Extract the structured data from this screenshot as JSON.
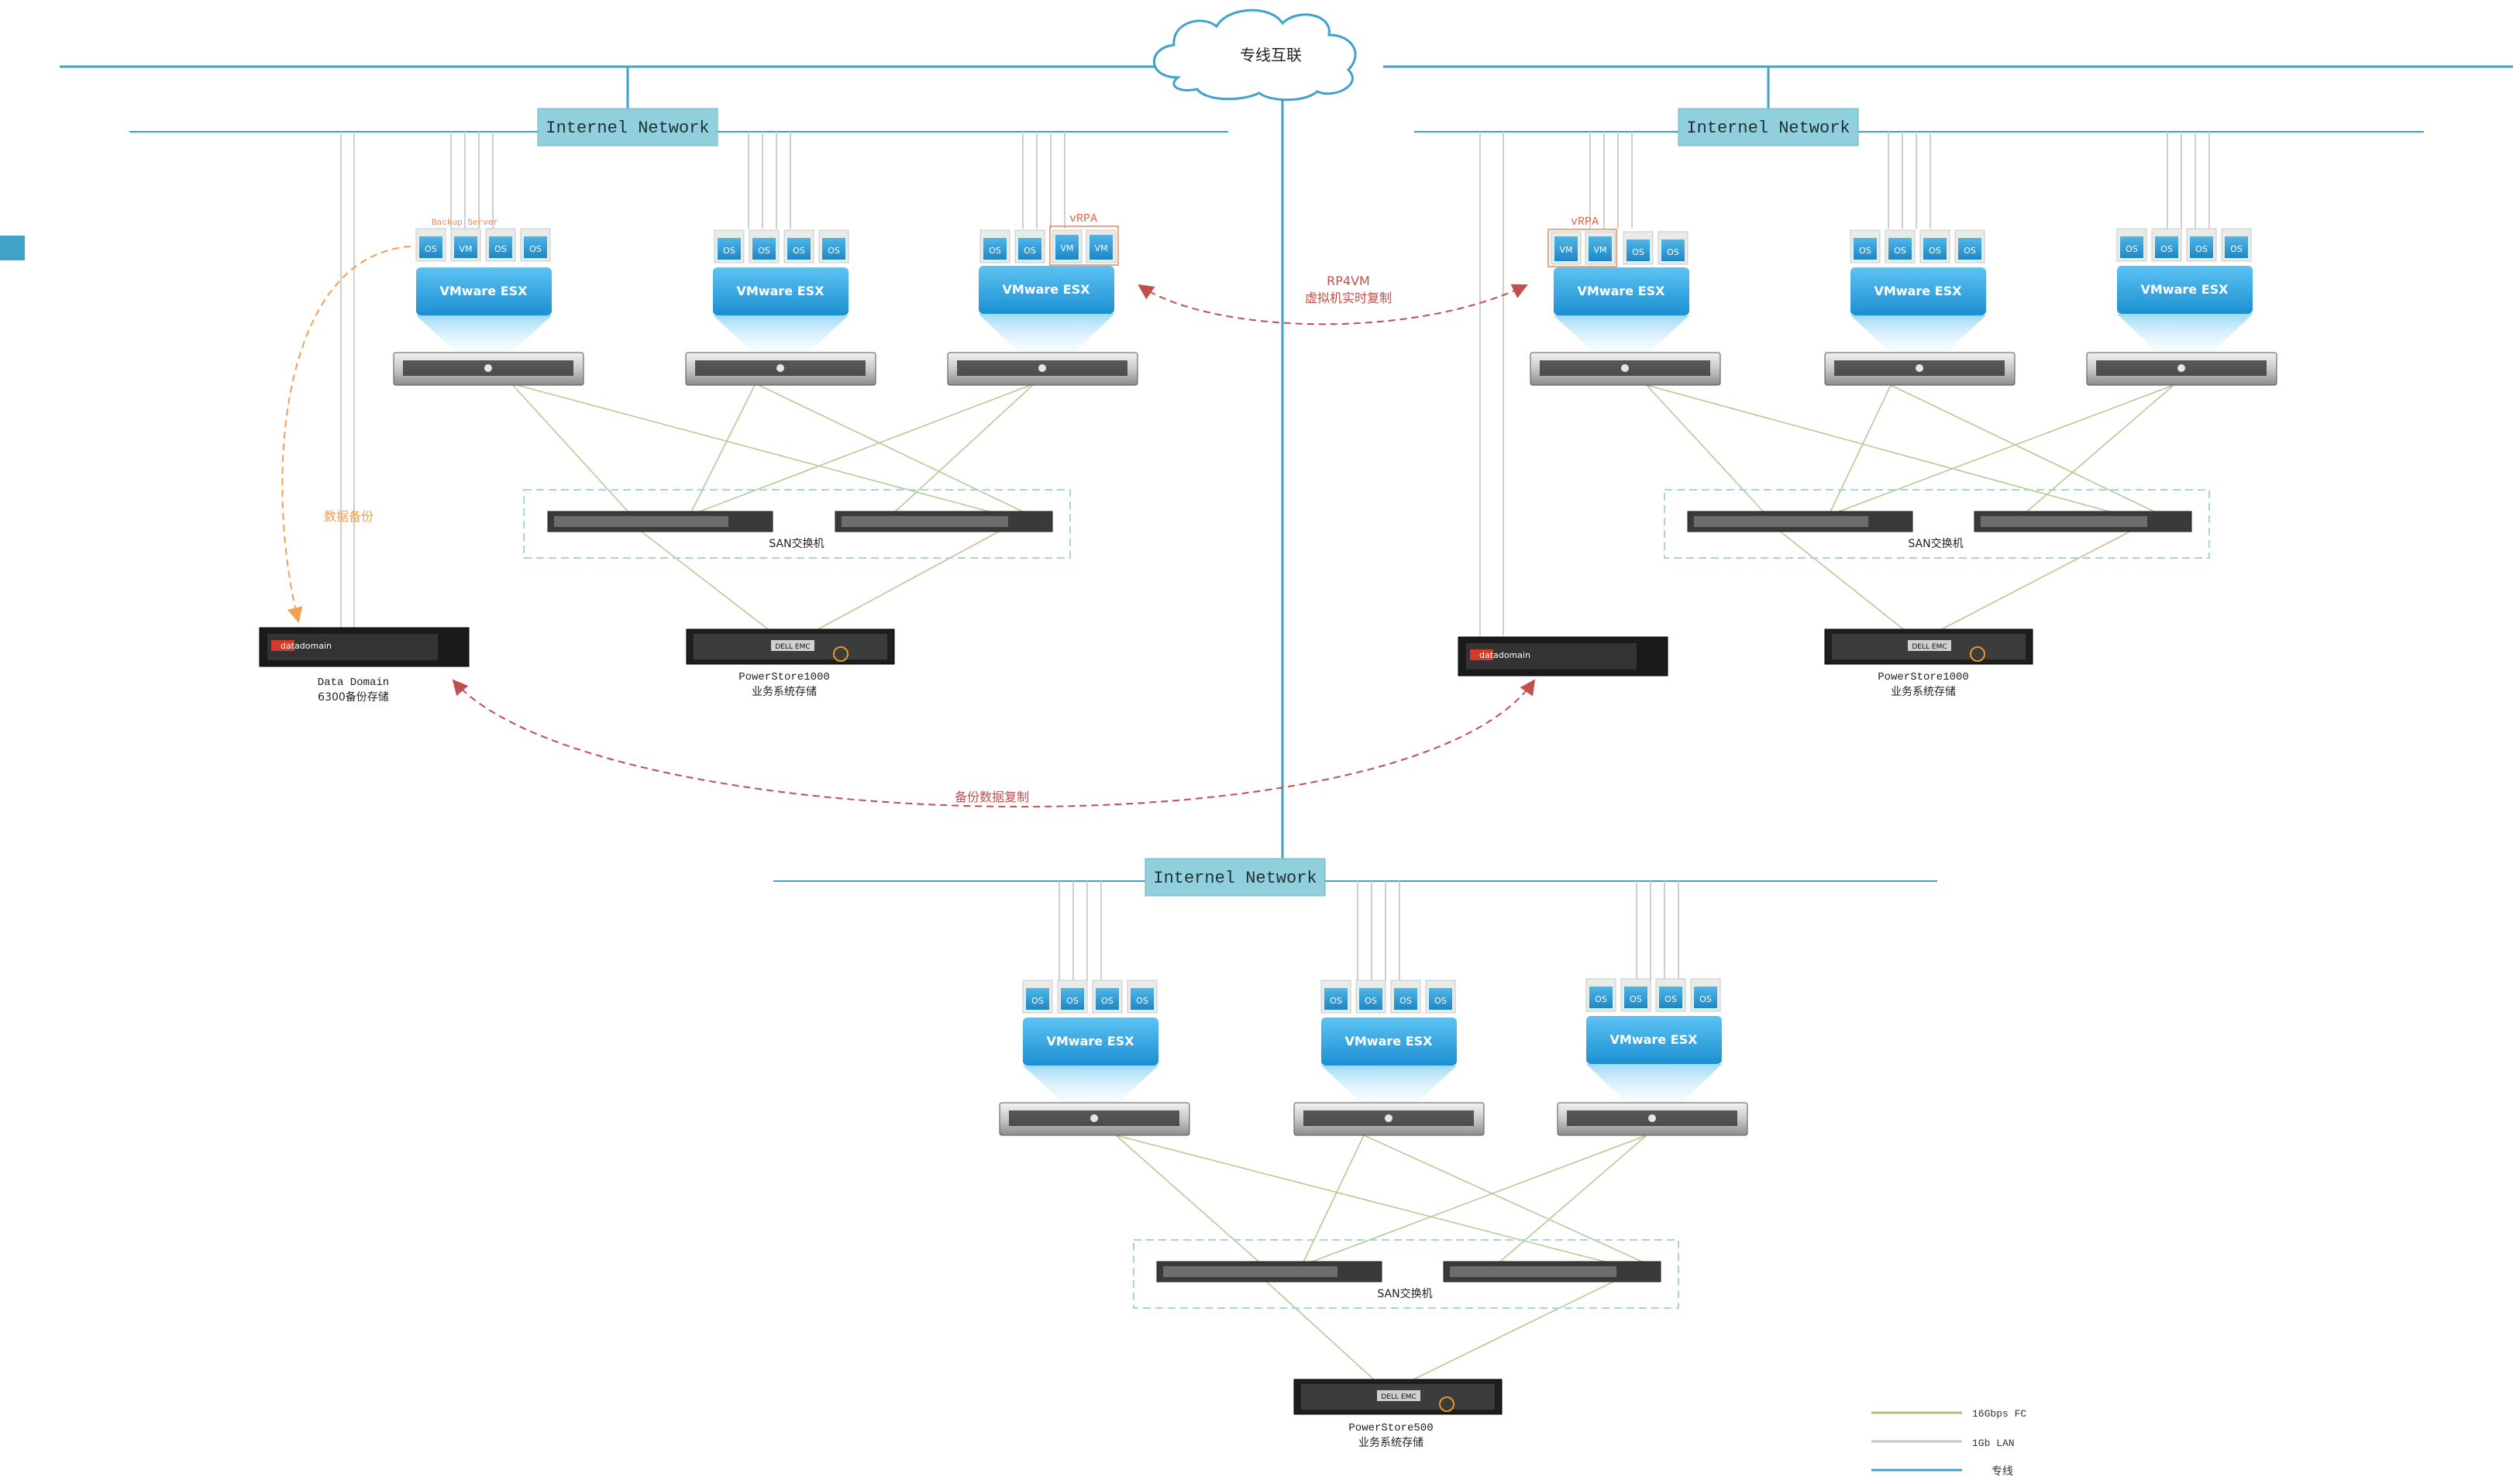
{
  "cloud": {
    "label": "专线互联"
  },
  "sites": [
    {
      "network_label": "Internel Network",
      "hosts": [
        {
          "esx_label": "VMware ESX",
          "badges": [
            "OS",
            "VM",
            "OS",
            "OS"
          ],
          "tag": "Backup Server"
        },
        {
          "esx_label": "VMware ESX",
          "badges": [
            "OS",
            "OS",
            "OS",
            "OS"
          ],
          "tag": ""
        },
        {
          "esx_label": "VMware ESX",
          "badges": [
            "OS",
            "OS",
            "VM",
            "VM"
          ],
          "tag": "vRPA"
        }
      ],
      "san_label": "SAN交换机",
      "storage": {
        "brand": "DELL EMC",
        "line1": "PowerStore1000",
        "line2": "业务系统存储"
      },
      "backup": {
        "brand": "datadomain",
        "line1": "Data Domain",
        "line2": "6300备份存储"
      }
    },
    {
      "network_label": "Internel Network",
      "hosts": [
        {
          "esx_label": "VMware ESX",
          "badges": [
            "VM",
            "VM",
            "OS",
            "OS"
          ],
          "tag": "vRPA"
        },
        {
          "esx_label": "VMware ESX",
          "badges": [
            "OS",
            "OS",
            "OS",
            "OS"
          ],
          "tag": ""
        },
        {
          "esx_label": "VMware ESX",
          "badges": [
            "OS",
            "OS",
            "OS",
            "OS"
          ],
          "tag": ""
        }
      ],
      "san_label": "SAN交换机",
      "storage": {
        "brand": "DELL EMC",
        "line1": "PowerStore1000",
        "line2": "业务系统存储"
      },
      "backup": {
        "brand": "datadomain",
        "line1": "",
        "line2": ""
      }
    },
    {
      "network_label": "Internel Network",
      "hosts": [
        {
          "esx_label": "VMware ESX",
          "badges": [
            "OS",
            "OS",
            "OS",
            "OS"
          ],
          "tag": ""
        },
        {
          "esx_label": "VMware ESX",
          "badges": [
            "OS",
            "OS",
            "OS",
            "OS"
          ],
          "tag": ""
        },
        {
          "esx_label": "VMware ESX",
          "badges": [
            "OS",
            "OS",
            "OS",
            "OS"
          ],
          "tag": ""
        }
      ],
      "san_label": "SAN交换机",
      "storage": {
        "brand": "DELL EMC",
        "line1": "PowerStore500",
        "line2": "业务系统存储"
      }
    }
  ],
  "annotations": {
    "rp4vm_line1": "RP4VM",
    "rp4vm_line2": "虚拟机实时复制",
    "data_backup": "数据备份",
    "backup_replication": "备份数据复制"
  },
  "legend": [
    {
      "label": "16Gbps FC",
      "color": "#a9bf7d"
    },
    {
      "label": "1Gb LAN",
      "color": "#c6c6c6"
    },
    {
      "label": "专线",
      "color": "#3fa3c9"
    }
  ],
  "colors": {
    "backbone": "#3fa3c9",
    "fc": "#b9c994",
    "lan": "#cfcfcf",
    "network_box": "#8fd0dc",
    "esx_blue": "#2ea3e0",
    "annotation_red": "#c0504d",
    "annotation_orange": "#f0a050"
  }
}
